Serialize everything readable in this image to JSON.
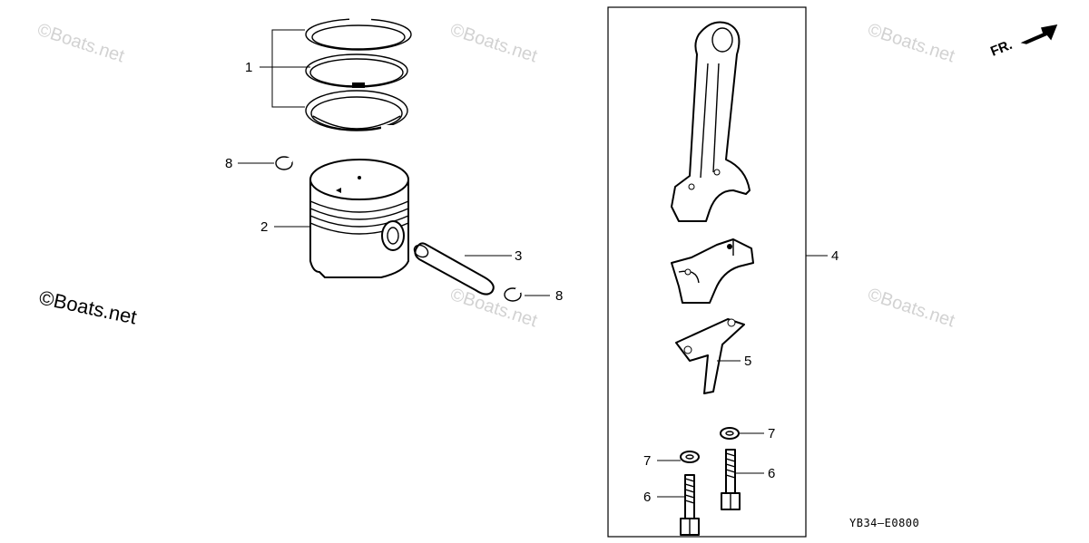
{
  "callouts": {
    "c1": "1",
    "c2": "2",
    "c3": "3",
    "c4": "4",
    "c5": "5",
    "c6a": "6",
    "c6b": "6",
    "c7a": "7",
    "c7b": "7",
    "c8a": "8",
    "c8b": "8"
  },
  "diagram_code": "YB34–E0800",
  "front_marker": "FR.",
  "watermarks": {
    "main": "©Boats.net",
    "faint": "©Boats.net"
  }
}
